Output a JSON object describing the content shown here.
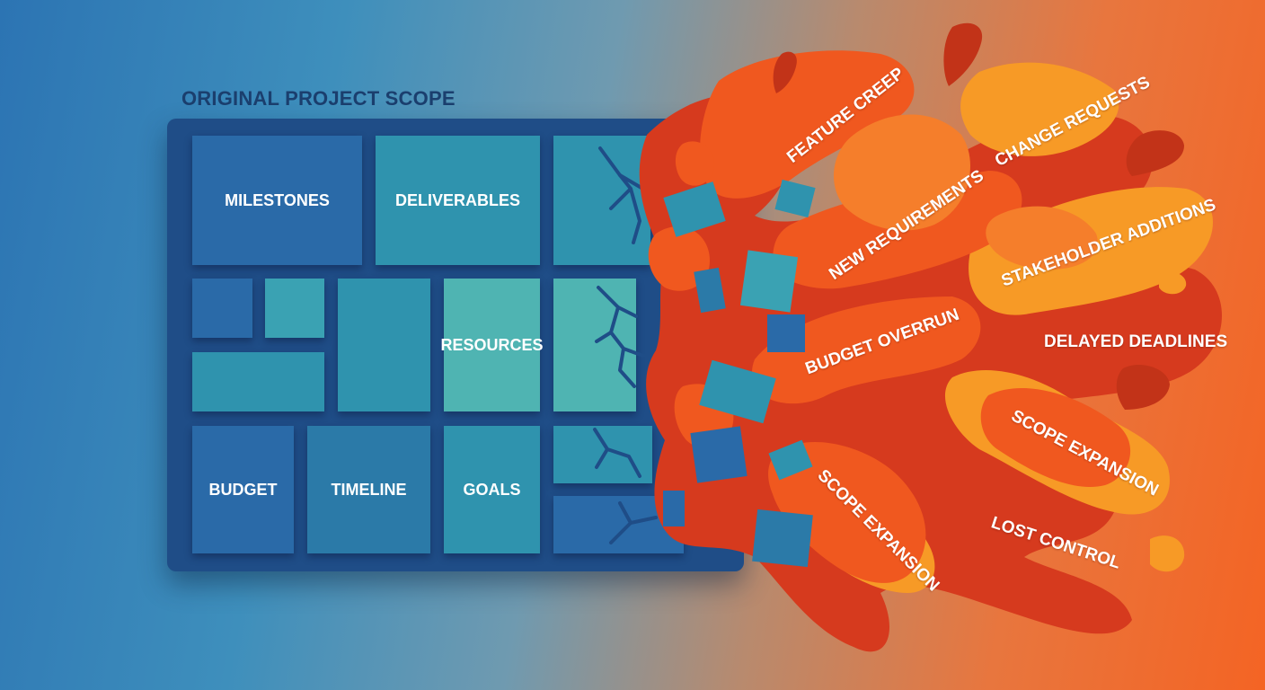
{
  "title": "ORIGINAL PROJECT SCOPE",
  "tiles": {
    "milestones": "MILESTONES",
    "deliverables": "DELIVERABLES",
    "resources": "RESOURCES",
    "budget": "BUDGET",
    "timeline": "TIMELINE",
    "goals": "GOALS"
  },
  "creep_labels": {
    "feature_creep": "FEATURE CREEP",
    "change_requests": "CHANGE REQUESTS",
    "new_requirements": "NEW REQUIREMENTS",
    "stakeholder_additions": "STAKEHOLDER ADDITIONS",
    "budget_overrun": "BUDGET OVERRUN",
    "delayed_deadlines": "DELAYED DEADLINES",
    "scope_expansion_right": "SCOPE EXPANSION",
    "scope_expansion_lower": "SCOPE EXPANSION",
    "lost_control": "LOST CONTROL"
  },
  "colors": {
    "panel": "#1f4d87",
    "tile_blue": "#2a6aa8",
    "tile_teal": "#2f93ae",
    "tile_mint": "#4fb4b2",
    "blob_red": "#d63a1e",
    "blob_orange": "#f0581f",
    "blob_amber": "#f79a26",
    "blob_yellow": "#f6a92c"
  }
}
